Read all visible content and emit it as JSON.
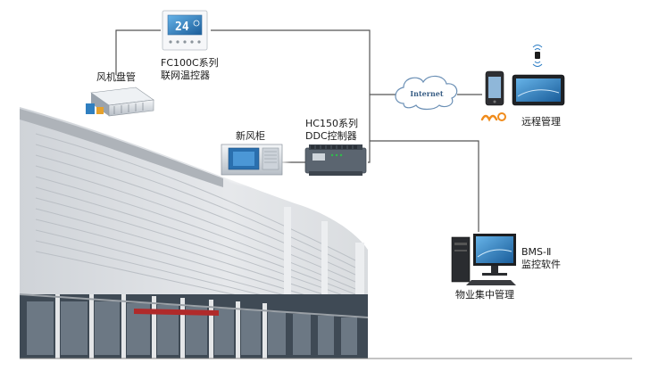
{
  "nodes": {
    "fan_coil": {
      "label": "风机盘管"
    },
    "thermostat": {
      "line1": "FC100C系列",
      "line2": "联网温控器",
      "display_reading": "24"
    },
    "fresh_air": {
      "label": "新风柜"
    },
    "ddc": {
      "line1": "HC150系列",
      "line2": "DDC控制器"
    },
    "internet": {
      "label": "Internet"
    },
    "remote": {
      "label": "远程管理"
    },
    "bms": {
      "line1": "BMS-Ⅱ",
      "line2": "监控软件"
    },
    "property": {
      "label": "物业集中管理"
    }
  },
  "colors": {
    "line": "#555555",
    "cloud_text": "#3a5f86",
    "building_top": "#e9eaec",
    "building_panel": "#d5d8dc",
    "glass": "#4a5663",
    "screen_blue": "#1f6fb3",
    "carrier_logo": "#f08c1c"
  }
}
